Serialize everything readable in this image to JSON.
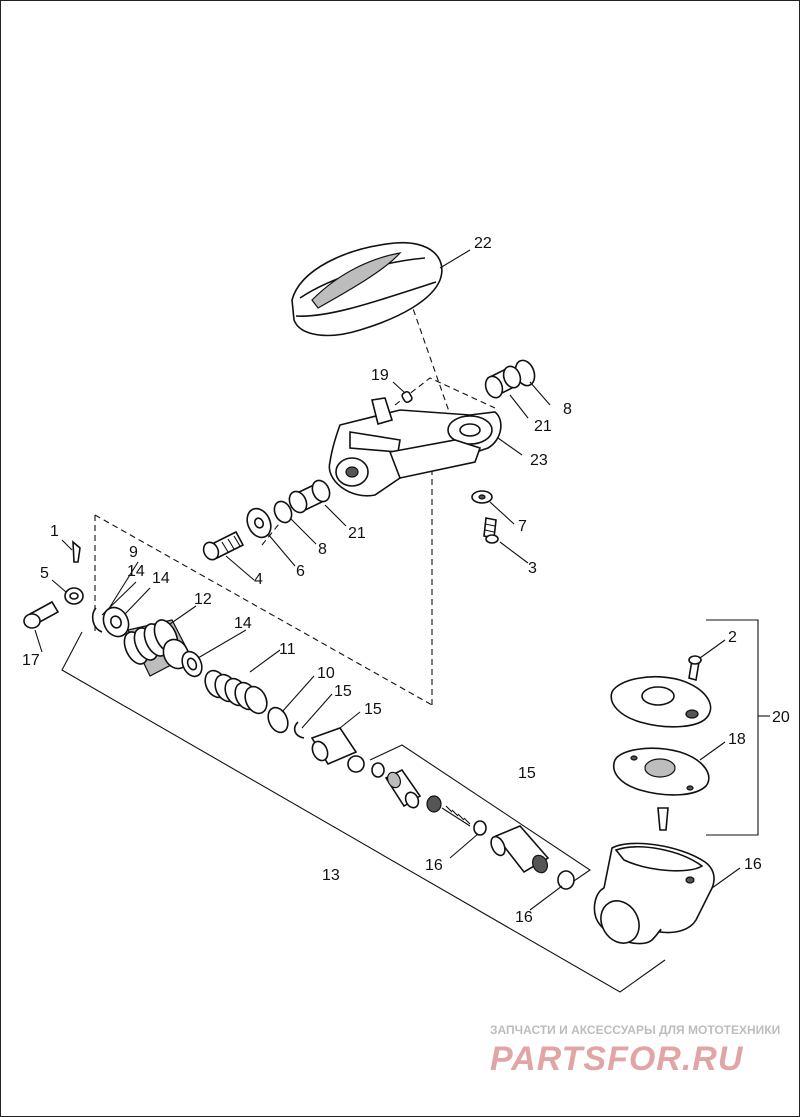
{
  "diagram": {
    "callouts": [
      {
        "id": "c22",
        "text": "22"
      },
      {
        "id": "c19",
        "text": "19"
      },
      {
        "id": "c8a",
        "text": "8"
      },
      {
        "id": "c21a",
        "text": "21"
      },
      {
        "id": "c23",
        "text": "23"
      },
      {
        "id": "c7",
        "text": "7"
      },
      {
        "id": "c21b",
        "text": "21"
      },
      {
        "id": "c3",
        "text": "3"
      },
      {
        "id": "c8b",
        "text": "8"
      },
      {
        "id": "c6",
        "text": "6"
      },
      {
        "id": "c4",
        "text": "4"
      },
      {
        "id": "c1",
        "text": "1"
      },
      {
        "id": "c9",
        "text": "9"
      },
      {
        "id": "c14a",
        "text": "14"
      },
      {
        "id": "c14b",
        "text": "14"
      },
      {
        "id": "c5",
        "text": "5"
      },
      {
        "id": "c12",
        "text": "12"
      },
      {
        "id": "c14c",
        "text": "14"
      },
      {
        "id": "c17",
        "text": "17"
      },
      {
        "id": "c11",
        "text": "11"
      },
      {
        "id": "c10",
        "text": "10"
      },
      {
        "id": "c15a",
        "text": "15"
      },
      {
        "id": "c15b",
        "text": "15"
      },
      {
        "id": "c2",
        "text": "2"
      },
      {
        "id": "c20",
        "text": "20"
      },
      {
        "id": "c18",
        "text": "18"
      },
      {
        "id": "c15c",
        "text": "15"
      },
      {
        "id": "c13",
        "text": "13"
      },
      {
        "id": "c16a",
        "text": "16"
      },
      {
        "id": "c16b",
        "text": "16"
      },
      {
        "id": "c16c",
        "text": "16"
      }
    ]
  },
  "watermark": {
    "line1": "ЗАПЧАСТИ И АКСЕССУАРЫ ДЛЯ МОТОТЕХНИКИ",
    "line2": "PARTSFOR.RU"
  },
  "colors": {
    "ink": "#111111",
    "watermark_red": "#e2a5a5",
    "watermark_gray": "#bdbdbd"
  }
}
